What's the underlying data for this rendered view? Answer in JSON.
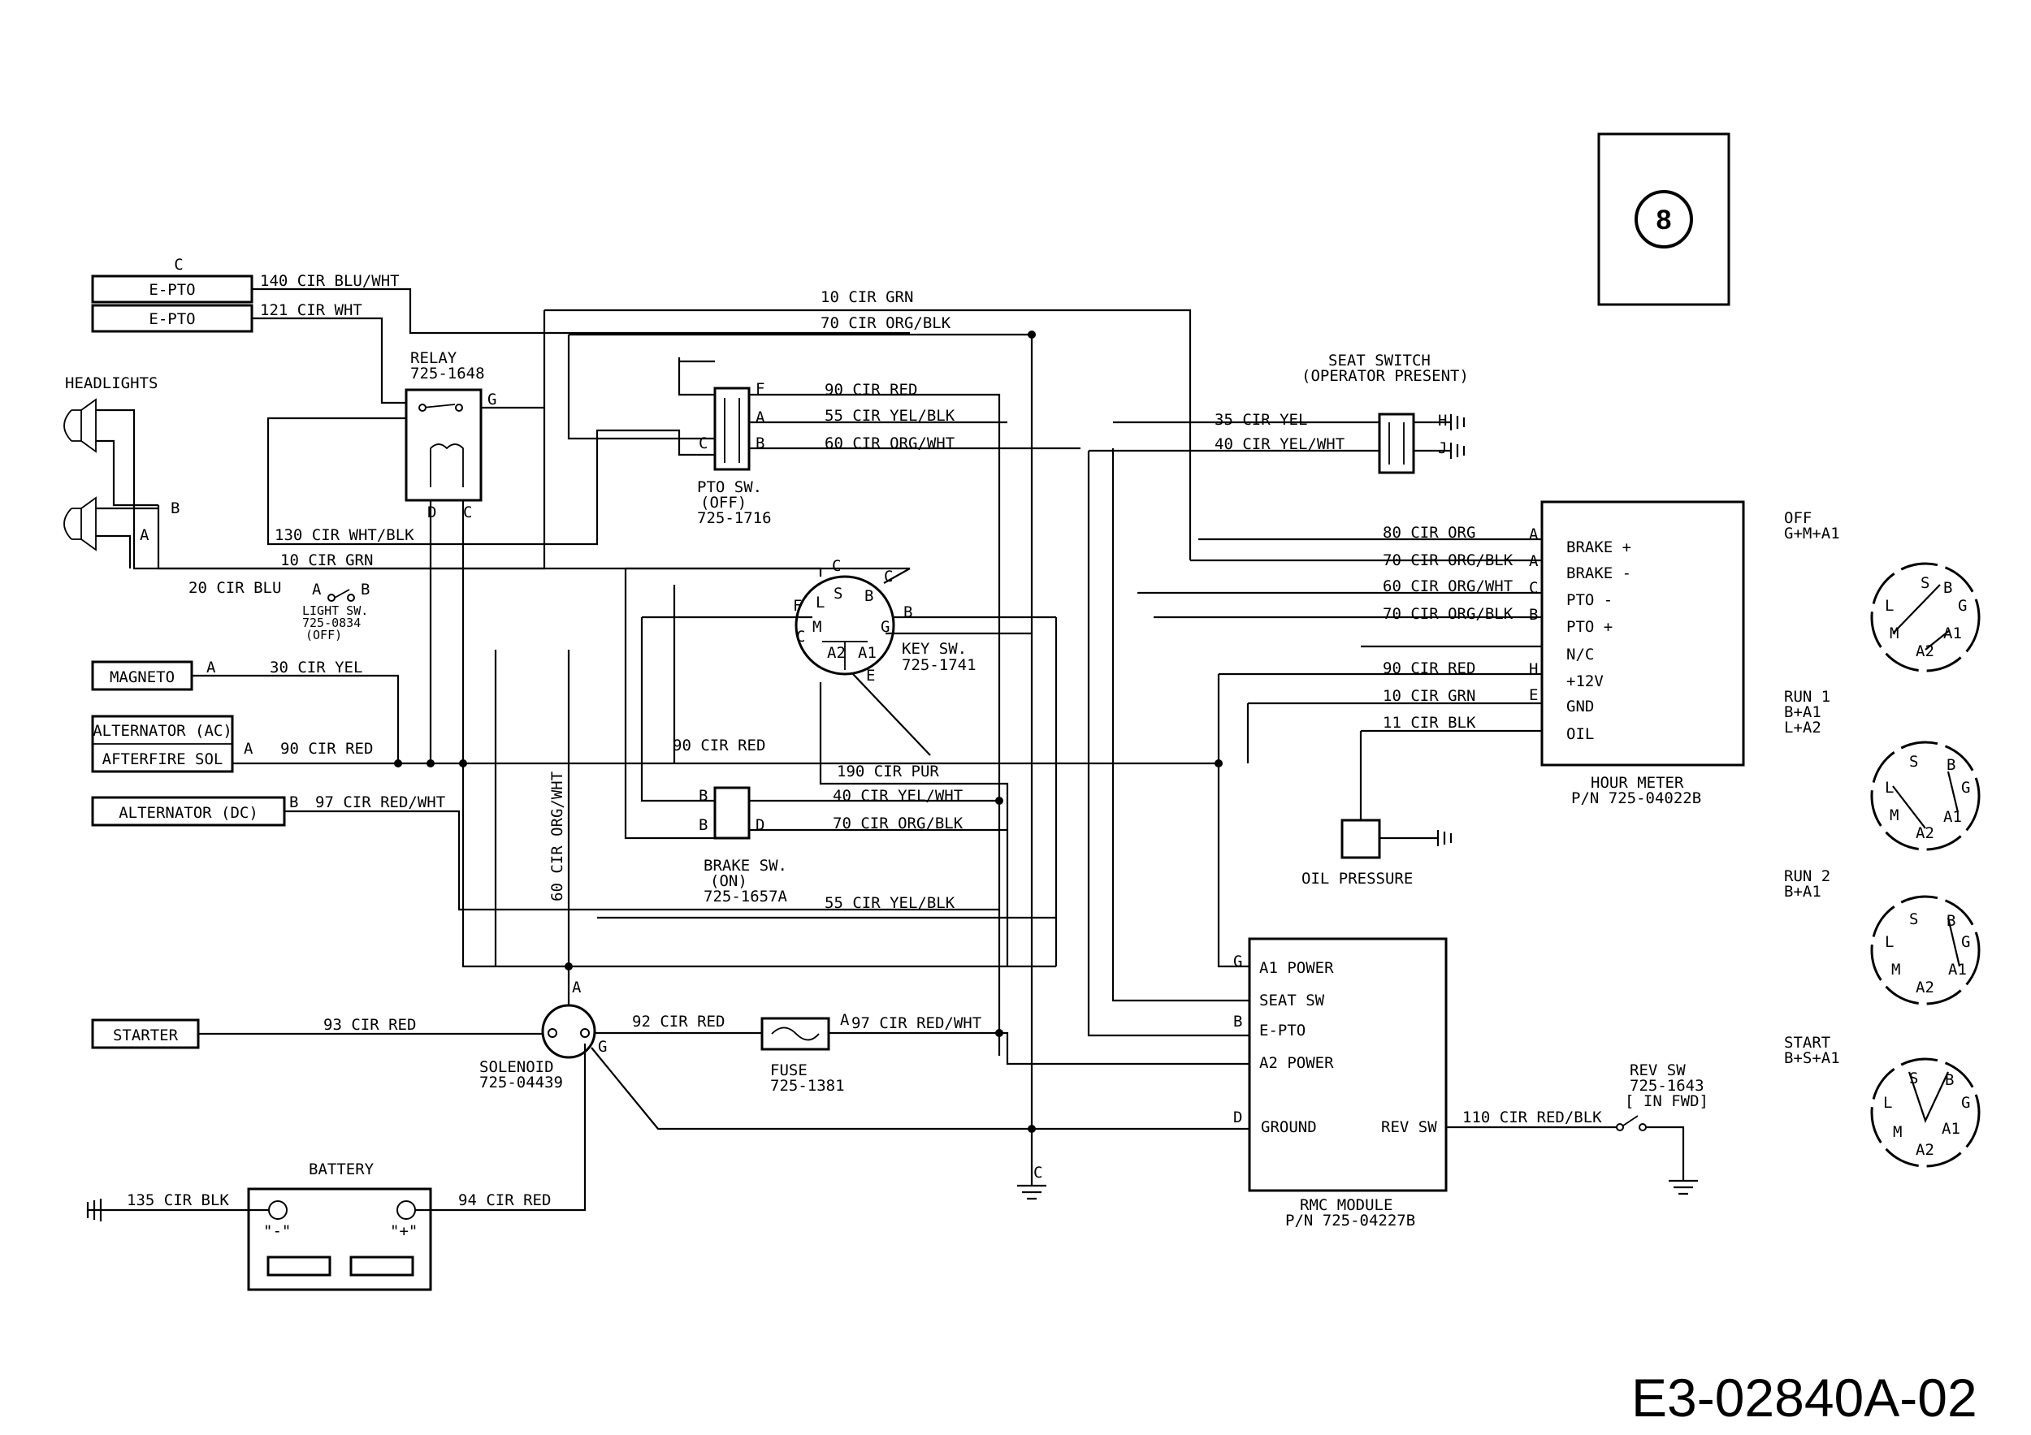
{
  "page": {
    "doc_id": "E3-02840A-02",
    "page_number": "8"
  },
  "components": {
    "e_pto_group_letter": "C",
    "e_pto_1": "E-PTO",
    "e_pto_2": "E-PTO",
    "headlights": "HEADLIGHTS",
    "headlight_pin": "B",
    "headlight_pin_a": "A",
    "relay_name": "RELAY",
    "relay_part": "725-1648",
    "relay_pin_g": "G",
    "relay_pin_d": "D",
    "relay_pin_c": "C",
    "light_sw_pin_a": "A",
    "light_sw_pin_b": "B",
    "light_sw_name": "LIGHT SW.",
    "light_sw_part": "725-0834",
    "light_sw_state": "(OFF)",
    "magneto": "MAGNETO",
    "magneto_pin": "A",
    "alternator_ac": "ALTERNATOR (AC)",
    "afterfire_sol": "AFTERFIRE SOL",
    "afterfire_pin": "A",
    "alternator_dc": "ALTERNATOR (DC)",
    "alternator_dc_pin": "B",
    "pto_pin_f": "F",
    "pto_pin_a": "A",
    "pto_pin_c": "C",
    "pto_pin_b": "B",
    "pto_sw_name": "PTO SW.",
    "pto_sw_state": "(OFF)",
    "pto_sw_part": "725-1716",
    "key_pin_c_top": "C",
    "key_pin_s": "S",
    "key_pin_b_inner": "B",
    "key_pin_c_right": "C",
    "key_pin_l": "L",
    "key_pin_f": "F",
    "key_pin_b_right": "B",
    "key_pin_m": "M",
    "key_pin_g": "G",
    "key_pin_c_left": "C",
    "key_pin_a2": "A2",
    "key_pin_a1": "A1",
    "key_pin_e": "E",
    "key_sw_name": "KEY SW.",
    "key_sw_part": "725-1741",
    "brake_pin_b1": "B",
    "brake_pin_b2": "B",
    "brake_pin_d": "D",
    "brake_sw_name": "BRAKE SW.",
    "brake_sw_state": "(ON)",
    "brake_sw_part": "725-1657A",
    "seat_switch_name": "SEAT SWITCH",
    "seat_switch_note": "(OPERATOR PRESENT)",
    "seat_pin_h": "H",
    "seat_pin_j": "J",
    "hour_meter_name": "HOUR METER",
    "hour_meter_part": "P/N 725-04022B",
    "oil_pressure": "OIL PRESSURE",
    "starter": "STARTER",
    "solenoid_name": "SOLENOID",
    "solenoid_part": "725-04439",
    "solenoid_pin_a": "A",
    "solenoid_pin_g": "G",
    "fuse_name": "FUSE",
    "fuse_part": "725-1381",
    "fuse_pin_a": "A",
    "battery_name": "BATTERY",
    "battery_neg": "\"-\"",
    "battery_pos": "\"+\"",
    "rmc_name": "RMC MODULE",
    "rmc_part": "P/N 725-04227B",
    "rmc_pin_g": "G",
    "rmc_pin_b": "B",
    "rmc_pin_d": "D",
    "rev_sw_name": "REV SW",
    "rev_sw_part": "725-1643",
    "rev_sw_state": "[ IN FWD]",
    "ground_c": "C"
  },
  "hour_meter_terminals": [
    {
      "pin": "A",
      "label": "BRAKE +"
    },
    {
      "pin": "A",
      "label": "BRAKE -"
    },
    {
      "pin": "C",
      "label": "PTO -"
    },
    {
      "pin": "B",
      "label": "PTO +"
    },
    {
      "pin": "",
      "label": "N/C"
    },
    {
      "pin": "H",
      "label": "+12V"
    },
    {
      "pin": "E",
      "label": "GND"
    },
    {
      "pin": "",
      "label": "OIL"
    }
  ],
  "rmc_terminals": [
    "A1 POWER",
    "SEAT SW",
    "E-PTO",
    "A2 POWER",
    "GROUND",
    "REV SW"
  ],
  "wires": {
    "w140": "140 CIR BLU/WHT",
    "w121": "121 CIR WHT",
    "w10_top": "10 CIR GRN",
    "w70_top": "70 CIR ORG/BLK",
    "w90_pto": "90 CIR RED",
    "w55_pto": "55 CIR YEL/BLK",
    "w60_pto": "60 CIR ORG/WHT",
    "w35": "35 CIR YEL",
    "w40_seat": "40 CIR YEL/WHT",
    "w130": "130 CIR WHT/BLK",
    "w10_mid": "10 CIR GRN",
    "w20": "20 CIR BLU",
    "w30": "30 CIR YEL",
    "w90_alt": "90 CIR RED",
    "w90_mid": "90 CIR RED",
    "w190": "190 CIR PUR",
    "w97_alt": "97 CIR RED/WHT",
    "w40_brake": "40 CIR YEL/WHT",
    "w70_brake": "70 CIR ORG/BLK",
    "w55_low": "55 CIR YEL/BLK",
    "w60_vert": "60 CIR ORG/WHT",
    "w80": "80 CIR ORG",
    "w70_hm1": "70 CIR ORG/BLK",
    "w60_hm": "60 CIR ORG/WHT",
    "w70_hm2": "70 CIR ORG/BLK",
    "w90_hm": "90 CIR RED",
    "w10_hm": "10 CIR GRN",
    "w11": "11 CIR BLK",
    "w93": "93 CIR RED",
    "w92": "92 CIR RED",
    "w97_fuse": "97 CIR RED/WHT",
    "w135": "135 CIR BLK",
    "w94": "94 CIR RED",
    "w110": "110 CIR RED/BLK"
  },
  "key_positions": [
    {
      "name": "OFF",
      "combo": "G+M+A1"
    },
    {
      "name": "RUN 1",
      "combo": "B+A1",
      "combo2": "L+A2"
    },
    {
      "name": "RUN 2",
      "combo": "B+A1"
    },
    {
      "name": "START",
      "combo": "B+S+A1"
    }
  ],
  "key_dial_labels": {
    "s": "S",
    "b": "B",
    "l": "L",
    "m": "M",
    "g": "G",
    "a1": "A1",
    "a2": "A2"
  }
}
